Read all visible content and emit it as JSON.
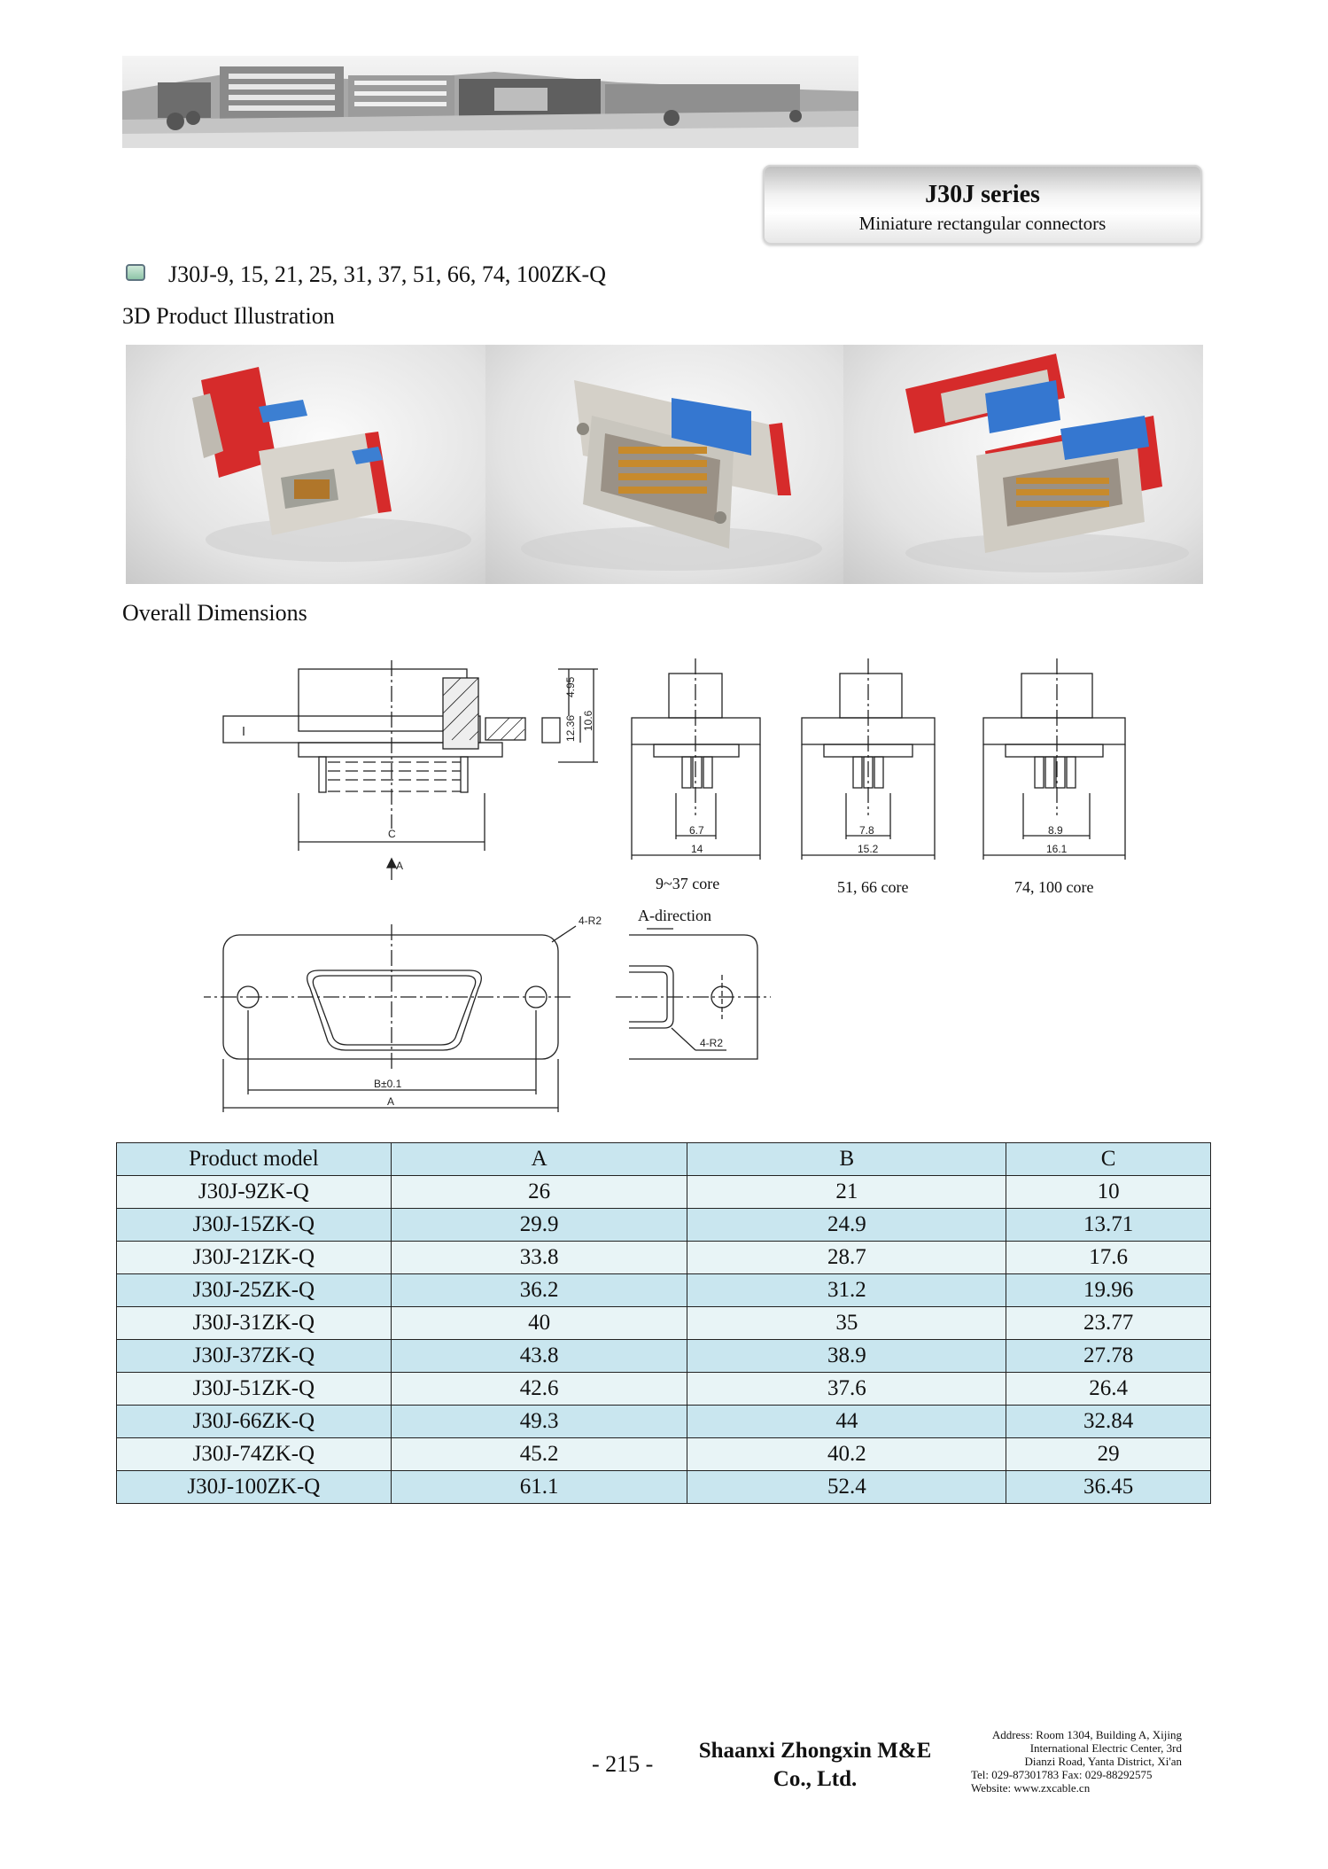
{
  "header": {
    "series_title": "J30J series",
    "series_subtitle": "Miniature rectangular connectors"
  },
  "product_line": "J30J-9, 15, 21, 25, 31, 37, 51, 66, 74, 100ZK-Q",
  "sections": {
    "illustration_heading": "3D Product Illustration",
    "dimensions_heading": "Overall Dimensions"
  },
  "drawing": {
    "side_labels": [
      "4.95",
      "12.36",
      "10.6"
    ],
    "label_c": "C",
    "label_a_arrow": "A",
    "core_views": [
      {
        "inner": "6.7",
        "outer": "14",
        "caption": "9~37 core"
      },
      {
        "inner": "7.8",
        "outer": "15.2",
        "caption": "51, 66 core"
      },
      {
        "inner": "8.9",
        "outer": "16.1",
        "caption": "74, 100 core"
      }
    ],
    "radius_label_front": "4-R2",
    "radius_label_side": "4-R2",
    "a_direction": "A-direction",
    "label_b": "B±0.1",
    "label_a": "A"
  },
  "table": {
    "headers": [
      "Product model",
      "A",
      "B",
      "C"
    ],
    "rows": [
      [
        "J30J-9ZK-Q",
        "26",
        "21",
        "10"
      ],
      [
        "J30J-15ZK-Q",
        "29.9",
        "24.9",
        "13.71"
      ],
      [
        "J30J-21ZK-Q",
        "33.8",
        "28.7",
        "17.6"
      ],
      [
        "J30J-25ZK-Q",
        "36.2",
        "31.2",
        "19.96"
      ],
      [
        "J30J-31ZK-Q",
        "40",
        "35",
        "23.77"
      ],
      [
        "J30J-37ZK-Q",
        "43.8",
        "38.9",
        "27.78"
      ],
      [
        "J30J-51ZK-Q",
        "42.6",
        "37.6",
        "26.4"
      ],
      [
        "J30J-66ZK-Q",
        "49.3",
        "44",
        "32.84"
      ],
      [
        "J30J-74ZK-Q",
        "45.2",
        "40.2",
        "29"
      ],
      [
        "J30J-100ZK-Q",
        "61.1",
        "52.4",
        "36.45"
      ]
    ]
  },
  "footer": {
    "page_number": "- 215 -",
    "company_line1": "Shaanxi Zhongxin M&E",
    "company_line2": "Co., Ltd.",
    "address": [
      "Address: Room 1304, Building A, Xijing",
      "International Electric Center, 3rd",
      "Dianzi Road, Yanta District, Xi'an",
      "Tel: 029-87301783   Fax: 029-88292575",
      "Website: www.zxcable.cn"
    ]
  }
}
